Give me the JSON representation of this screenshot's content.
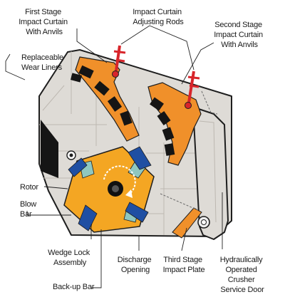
{
  "labels": {
    "first_stage": [
      "First Stage",
      "Impact Curtain",
      "With Anvils"
    ],
    "adjusting_rods": [
      "Impact Curtain",
      "Adjusting Rods"
    ],
    "second_stage": [
      "Second Stage",
      "Impact Curtain",
      "With Anvils"
    ],
    "wear_liners": [
      "Replaceable",
      "Wear Liners"
    ],
    "rotor": "Rotor",
    "blow_bar": [
      "Blow",
      "Bar"
    ],
    "wedge_lock": [
      "Wedge Lock",
      "Assembly"
    ],
    "discharge": [
      "Discharge",
      "Opening"
    ],
    "third_stage": [
      "Third Stage",
      "Impact Plate"
    ],
    "door": [
      "Hydraulically",
      "Operated",
      "Crusher",
      "Service Door"
    ],
    "backup_bar": "Back-up Bar"
  },
  "colors": {
    "housing": "#dedbd6",
    "housing_line": "#bdb8b1",
    "curtain": "#f0902a",
    "rotor": "#f4a623",
    "blow_bar": "#1f4fa3",
    "wedge": "#8fc7c0",
    "liner": "#151515",
    "rod": "#d8252b"
  }
}
